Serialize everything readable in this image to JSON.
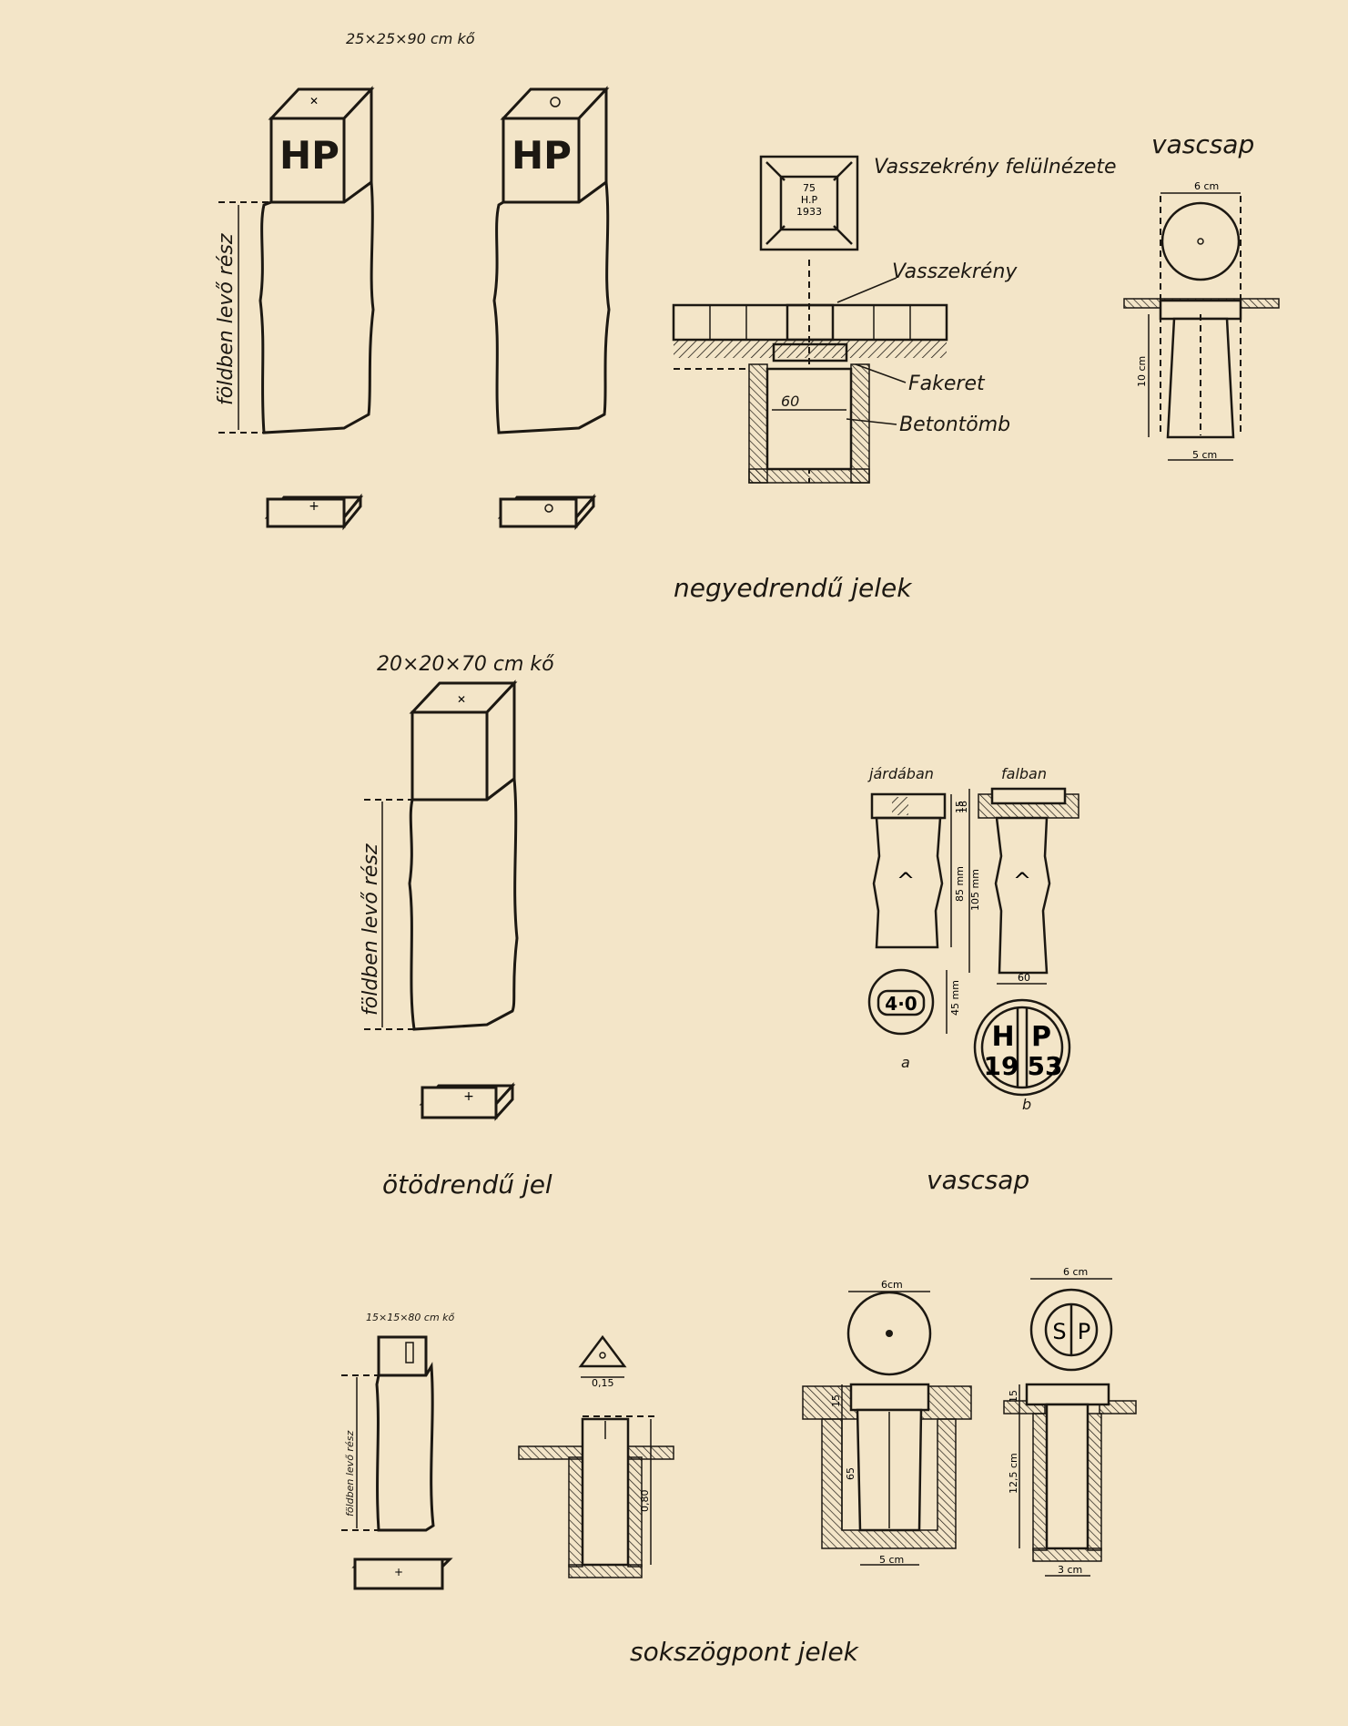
{
  "labels": {
    "stone_4th_size": "25×25×90 cm kő",
    "hp_left": "HP",
    "hp_right": "HP",
    "buried_part": "földben levő rész",
    "iron_box_top": "Vasszekrény felülnézete",
    "box_plate_1": "75",
    "box_plate_2": "H.P",
    "box_plate_3": "1933",
    "iron_box": "Vasszekrény",
    "wood_frame": "Fakeret",
    "concrete_block": "Betontömb",
    "dim_60": "60",
    "iron_pin_title_top": "vascsap",
    "pin_top_dim": "6 cm",
    "pin_height_dim": "10 cm",
    "pin_base_dim": "5 cm",
    "caption_4th": "negyedrendű jelek",
    "stone_5th_size": "20×20×70 cm kő",
    "buried_part_5th": "földben levő rész",
    "caption_5th": "ötödrendű jel",
    "in_pavement": "járdában",
    "in_wall": "falban",
    "dim_15": "15",
    "dim_18": "18",
    "dim_85mm": "85 mm",
    "dim_105mm": "105 mm",
    "dim_45mm": "45 mm",
    "dim_wall_60": "60",
    "plate_a": "4·0",
    "plate_b_h": "H",
    "plate_b_p": "P",
    "plate_b_19": "19",
    "plate_b_53": "53",
    "sub_a": "a",
    "sub_b": "b",
    "iron_pin_title_mid": "vascsap",
    "poly_stone_size": "15×15×80 cm kő",
    "buried_part_poly": "földben levő rész",
    "tri_dim": "0,15",
    "post_depth": "0,80",
    "poly_pin_top_1": "6cm",
    "poly_pin_top_2": "6 cm",
    "poly_dim_15a": "15",
    "poly_dim_15b": "15",
    "poly_dim_65": "65",
    "poly_dim_125": "12,5 cm",
    "poly_base_1": "5 cm",
    "poly_base_2": "3 cm",
    "sp_s": "S",
    "sp_p": "P",
    "caption_poly": "sokszögpont jelek"
  }
}
